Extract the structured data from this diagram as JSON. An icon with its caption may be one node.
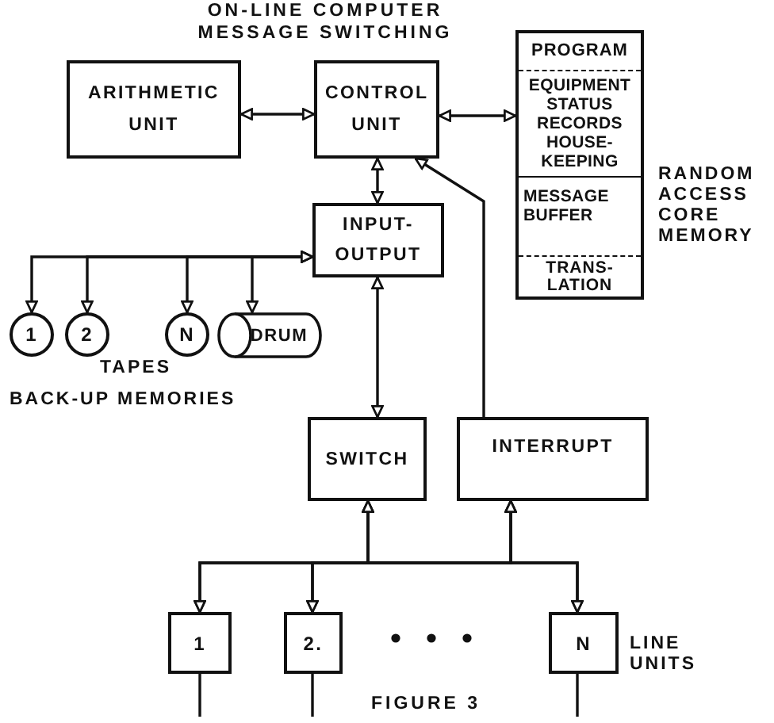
{
  "diagram": {
    "title": "ON-LINE COMPUTER MESSAGE SWITCHING",
    "caption": "FIGURE 3",
    "nodes": [
      {
        "text": [
          "ARITHMETIC UNIT"
        ]
      },
      {
        "text": [
          "CONTROL UNIT"
        ]
      },
      {
        "text": [],
        "shape": "box",
        "beside": [
          "RANDOM ACCESS CORE MEMORY"
        ]
      },
      {
        "text": [
          "PROGRAM"
        ],
        "in": 2
      },
      {
        "text": [
          "EQUIPMENT STATUS RECORDS HOUSE- KEEPING"
        ],
        "in": 2
      },
      {
        "text": [
          "MESSAGE BUFFER"
        ],
        "in": 2
      },
      {
        "text": [
          "TRANS- LATION"
        ],
        "in": 2
      },
      {
        "text": [
          "INPUT- OUTPUT"
        ]
      },
      {
        "text": [
          "1"
        ]
      },
      {
        "text": [
          "2"
        ]
      },
      {
        "text": [
          "N"
        ]
      },
      {
        "text": [
          "DRUM"
        ]
      },
      {
        "text": [
          "SWITCH"
        ]
      },
      {
        "text": [
          "INTERRUPT"
        ]
      },
      {
        "text": [
          "1"
        ]
      },
      {
        "text": [
          "2."
        ]
      },
      {
        "text": [
          "N"
        ]
      }
    ],
    "edges": [
      {
        "from": 0,
        "to": 1,
        "arrow": "both"
      },
      {
        "from": 1,
        "to": 2,
        "arrow": "both"
      },
      {
        "from": 1,
        "to": 7,
        "arrow": "both"
      },
      {
        "from": 7,
        "to": 8,
        "arrow": "both"
      },
      {
        "from": 7,
        "to": 9,
        "arrow": "both"
      },
      {
        "from": 7,
        "to": 10,
        "arrow": "both"
      },
      {
        "from": 7,
        "to": 11,
        "arrow": "both"
      },
      {
        "from": 7,
        "to": 12,
        "arrow": "both"
      },
      {
        "from": 13,
        "to": 1,
        "arrow": "to"
      },
      {
        "from": 12,
        "to": 14,
        "arrow": "both"
      },
      {
        "from": 12,
        "to": 15,
        "arrow": "both"
      },
      {
        "from": 12,
        "to": 16,
        "arrow": "both"
      },
      {
        "from": 13,
        "to": 14,
        "arrow": "both"
      },
      {
        "from": 13,
        "to": 15,
        "arrow": "both"
      },
      {
        "from": 13,
        "to": 16,
        "arrow": "both"
      },
      {
        "from": 14,
        "to": null,
        "arrow": "none"
      },
      {
        "from": 15,
        "to": null,
        "arrow": "none"
      },
      {
        "from": 16,
        "to": null,
        "arrow": "none"
      }
    ],
    "labels": [
      "TAPES",
      "BACK-UP MEMORIES",
      "LINE UNITS"
    ]
  }
}
